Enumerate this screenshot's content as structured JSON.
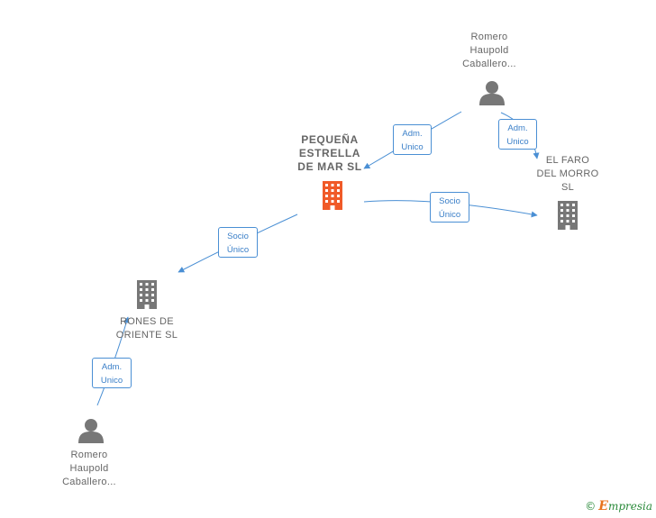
{
  "nodes": {
    "main_company": {
      "label": "PEQUEÑA\nESTRELLA\nDE MAR  SL",
      "color": "#f05a28",
      "icon": "building-icon"
    },
    "el_faro": {
      "label": "EL FARO\nDEL MORRO\nSL",
      "color": "#777777",
      "icon": "building-icon"
    },
    "rones": {
      "label": "RONES DE\nORIENTE  SL",
      "color": "#777777",
      "icon": "building-icon"
    },
    "person_top": {
      "label": "Romero\nHaupold\nCaballero...",
      "color": "#777777",
      "icon": "person-icon"
    },
    "person_bottom": {
      "label": "Romero\nHaupold\nCaballero...",
      "color": "#777777",
      "icon": "person-icon"
    }
  },
  "edges": {
    "top_to_main": {
      "label": "Adm.\nUnico"
    },
    "top_to_faro": {
      "label": "Adm.\nUnico"
    },
    "main_to_faro": {
      "label": "Socio\nÚnico"
    },
    "main_to_rones": {
      "label": "Socio\nÚnico"
    },
    "bottom_to_rones": {
      "label": "Adm.\nUnico"
    }
  },
  "colors": {
    "edge": "#4a8fd4"
  },
  "footer": {
    "copyright": "©",
    "brand_initial": "E",
    "brand_rest": "mpresia"
  }
}
